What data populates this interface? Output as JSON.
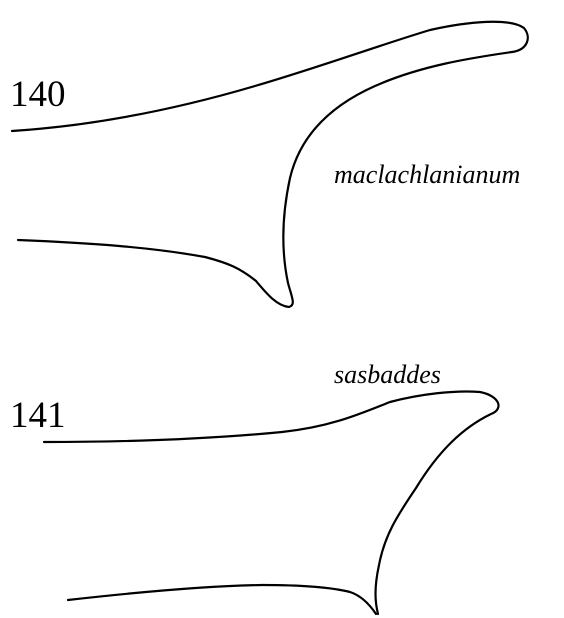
{
  "figures": [
    {
      "number": "140",
      "species": "maclachlanianum"
    },
    {
      "number": "141",
      "species": "sasbaddes"
    }
  ],
  "colors": {
    "line": "#000000",
    "background": "#ffffff"
  }
}
